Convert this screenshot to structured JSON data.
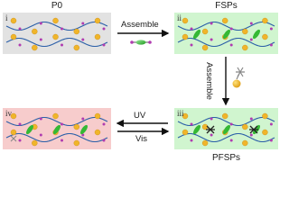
{
  "panels": [
    {
      "id": "i",
      "roman": "i",
      "title": "P0",
      "fill": "#e2e2e2",
      "state": "plain"
    },
    {
      "id": "ii",
      "roman": "ii",
      "title": "FSPs",
      "fill": "#d0f5cf",
      "state": "fsp"
    },
    {
      "id": "iii",
      "roman": "iii",
      "title": "PFSPs",
      "fill": "#d0f5cf",
      "state": "pfsp"
    },
    {
      "id": "iv",
      "roman": "iv",
      "title": "",
      "fill": "#f7cccc",
      "state": "released"
    }
  ],
  "arrows": {
    "top": "Assemble",
    "right": "Assemble",
    "forward": "UV",
    "backward": "Vis"
  },
  "colors": {
    "chain": "#2b5fa8",
    "nanoparticle": "#f0b52a",
    "side_group": "#b03cb0",
    "guest": "#35b835"
  }
}
